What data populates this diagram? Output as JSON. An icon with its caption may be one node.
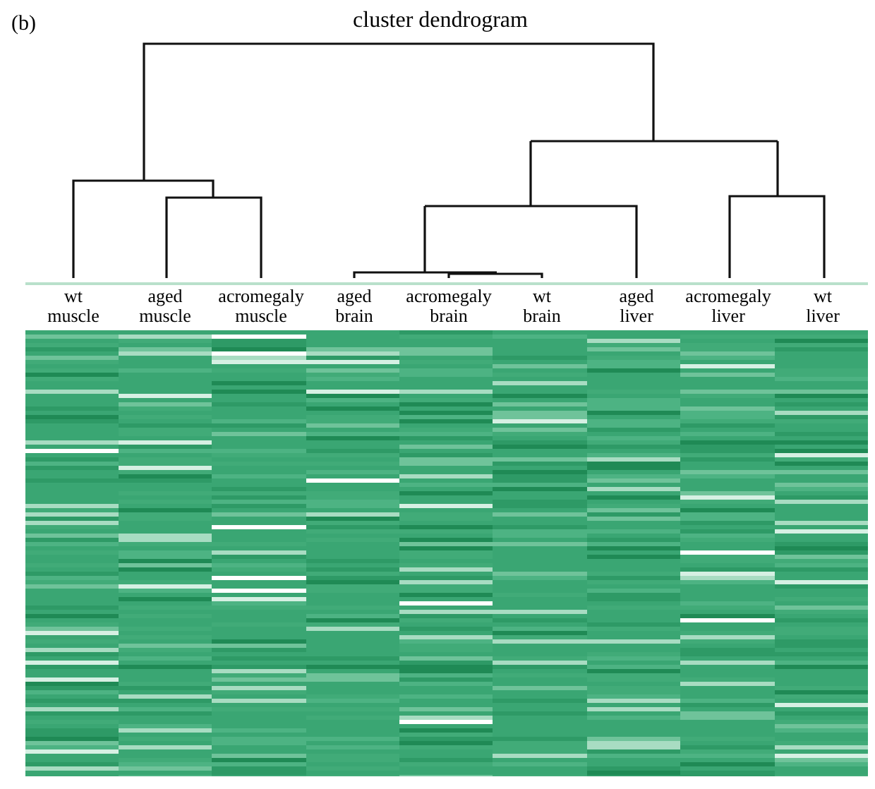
{
  "diagram": {
    "title": "cluster dendrogram",
    "nodes": [
      {
        "text": [
          "wt muscle"
        ]
      },
      {
        "text": [
          "aged muscle"
        ]
      },
      {
        "text": [
          "acromegaly muscle"
        ]
      },
      {
        "text": [
          "aged brain"
        ]
      },
      {
        "text": [
          "acromegaly brain"
        ]
      },
      {
        "text": [
          "wt brain"
        ]
      },
      {
        "text": [
          "aged liver"
        ]
      },
      {
        "text": [
          "acromegaly liver"
        ]
      },
      {
        "text": [
          "wt liver"
        ]
      }
    ],
    "labels": [
      "(b)"
    ]
  }
}
